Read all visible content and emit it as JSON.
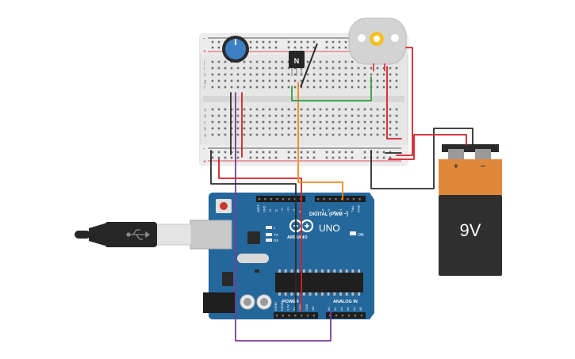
{
  "breadboard": {
    "row_letters_top": [
      "j",
      "i",
      "h",
      "g",
      "f"
    ],
    "row_letters_bottom": [
      "e",
      "d",
      "c",
      "b",
      "a"
    ],
    "column_count": 30,
    "rail_plus": "+",
    "rail_minus": "-"
  },
  "potentiometer": {
    "knob_color": "#3c7fc4"
  },
  "transistor": {
    "label": "N"
  },
  "motor": {
    "hub_color": "#f2c228"
  },
  "battery": {
    "label": "9V",
    "plus": "+",
    "minus": "−",
    "top_color": "#e0883a",
    "body_color": "#2f2f2f"
  },
  "arduino": {
    "board_color": "#24679b",
    "logo": "ARDUINO",
    "model": "UNO",
    "digital_label": "DIGITAL (PWM ~)",
    "analog_label": "ANALOG IN",
    "power_label": "POWER",
    "on_label": "ON",
    "tx_label": "TX",
    "rx_label": "RX",
    "l_label": "L",
    "digital_pins": [
      "AREF",
      "GND",
      "13",
      "12",
      "~11",
      "~10",
      "~9",
      "8",
      "7",
      "~6",
      "~5",
      "4",
      "~3",
      "2",
      "TX▸1",
      "RX◂0"
    ],
    "power_pins": [
      "IOREF",
      "RESET",
      "3.3V",
      "5V",
      "GND",
      "GND",
      "Vin"
    ],
    "analog_pins": [
      "A0",
      "A1",
      "A2",
      "A3",
      "A4",
      "A5"
    ]
  },
  "wire_colors": {
    "red": "#d4202a",
    "black": "#2b2b2b",
    "green": "#2ea043",
    "orange": "#ee8a1b",
    "purple": "#7a3d98"
  }
}
